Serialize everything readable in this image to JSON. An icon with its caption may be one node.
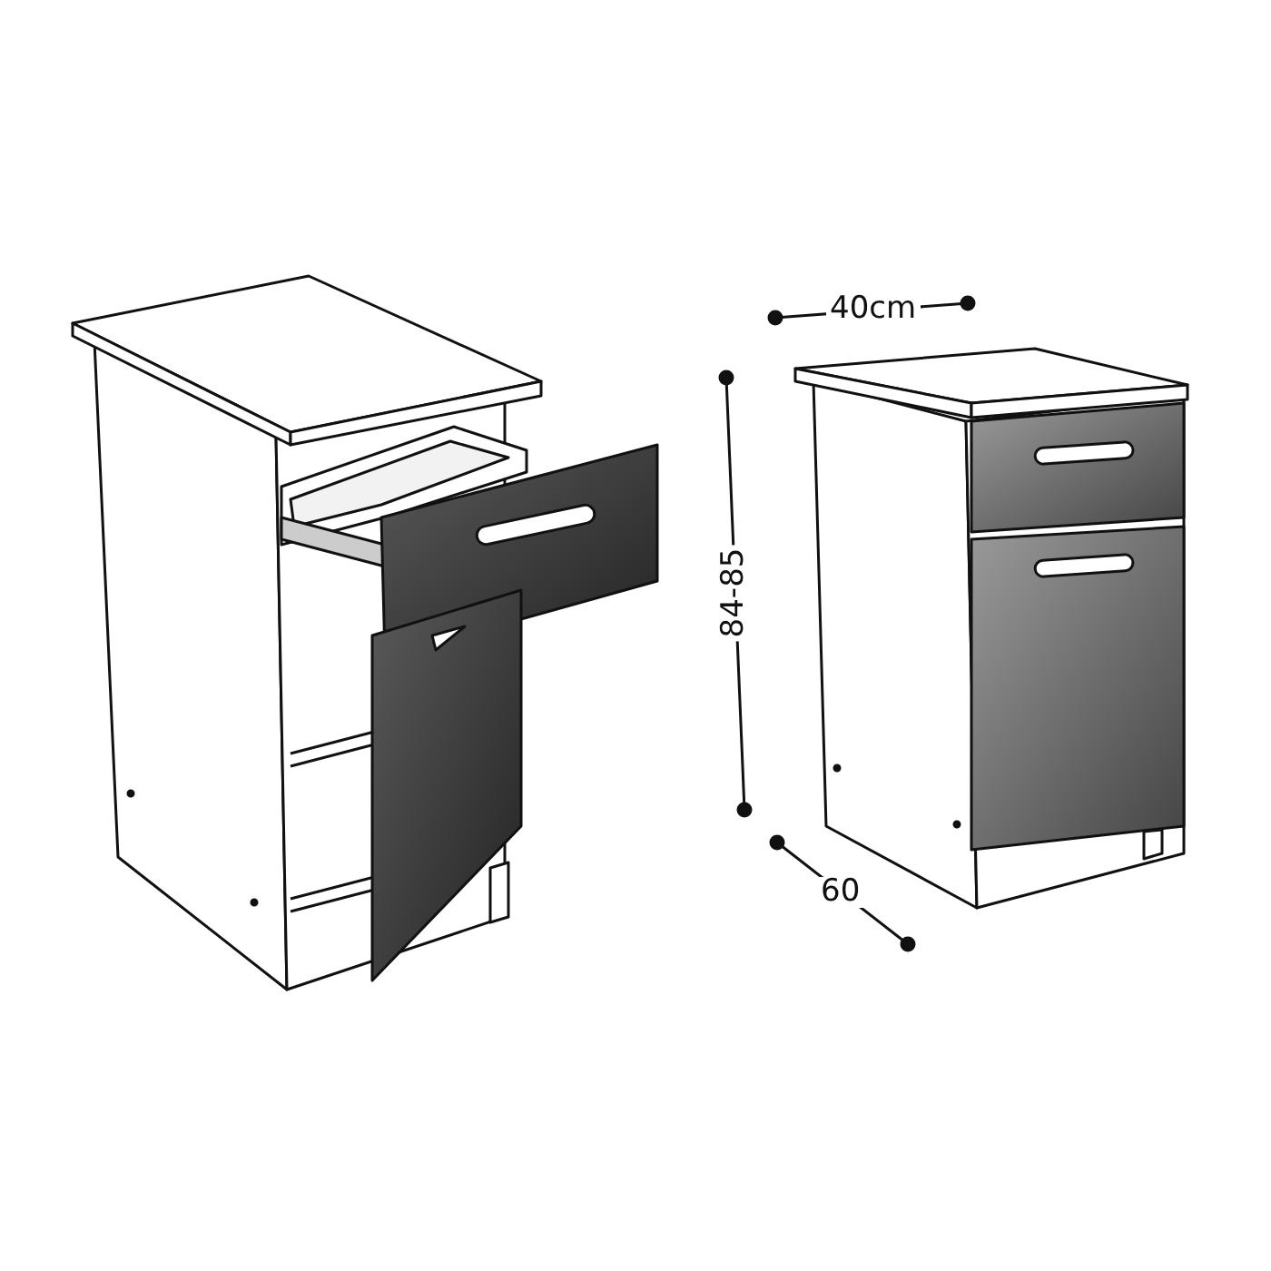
{
  "diagram": {
    "labels": [
      "40cm",
      "84-85",
      "60"
    ]
  }
}
